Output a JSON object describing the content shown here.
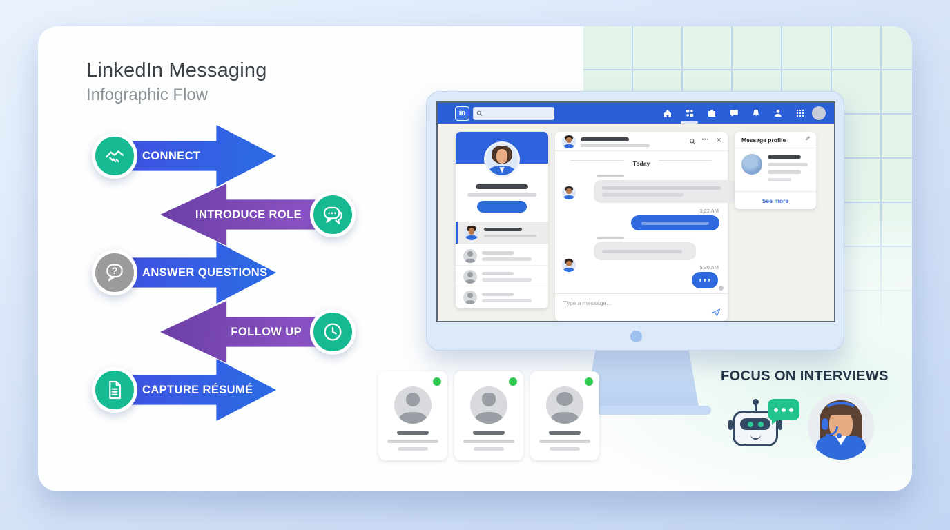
{
  "header": {
    "title": "LinkedIn Messaging",
    "subtitle": "Infographic Flow"
  },
  "flow": {
    "steps": [
      {
        "label": "CONNECT",
        "icon": "handshake-icon",
        "direction": "right",
        "arrow_color": "blue",
        "badge_color": "#15b992"
      },
      {
        "label": "INTRODUCE ROLE",
        "icon": "chat-bubbles-icon",
        "direction": "left",
        "arrow_color": "purple",
        "badge_color": "#15b992"
      },
      {
        "label": "ANSWER QUESTIONS",
        "icon": "question-bubble-icon",
        "direction": "right",
        "arrow_color": "blue",
        "badge_color": "#9b9b9b"
      },
      {
        "label": "FOLLOW UP",
        "icon": "clock-icon",
        "direction": "left",
        "arrow_color": "purple",
        "badge_color": "#15b992"
      },
      {
        "label": "CAPTURE RÉSUMÉ",
        "icon": "document-icon",
        "direction": "right",
        "arrow_color": "blue",
        "badge_color": "#15b992"
      }
    ]
  },
  "monitor": {
    "navbar": {
      "logo": "in",
      "search_placeholder": "",
      "icons": [
        "home-icon",
        "network-icon",
        "jobs-icon",
        "messaging-icon",
        "notifications-icon",
        "me-icon",
        "apps-grid-icon"
      ],
      "active_icon": "network-icon"
    },
    "chat": {
      "date_divider": "Today",
      "timestamp_1": "5:22 AM",
      "timestamp_2": "5:36 AM",
      "input_placeholder": "Type a message...",
      "header_icons": {
        "more": "⋯",
        "close": "✕"
      }
    },
    "profile_panel": {
      "title": "Message profile",
      "edit_icon": "✎",
      "see_more": "See more"
    }
  },
  "bottom": {
    "caption": "FOCUS ON INTERVIEWS"
  },
  "colors": {
    "navbar_blue": "#2b5fd8",
    "arrow_blue": "#2c69e3",
    "arrow_purple": "#8a52c4",
    "badge_green": "#15b992",
    "badge_gray": "#9b9b9b",
    "status_green": "#2ec94e",
    "outgoing_bubble": "#2e6ade",
    "screen_bg": "#f3f1ec"
  }
}
